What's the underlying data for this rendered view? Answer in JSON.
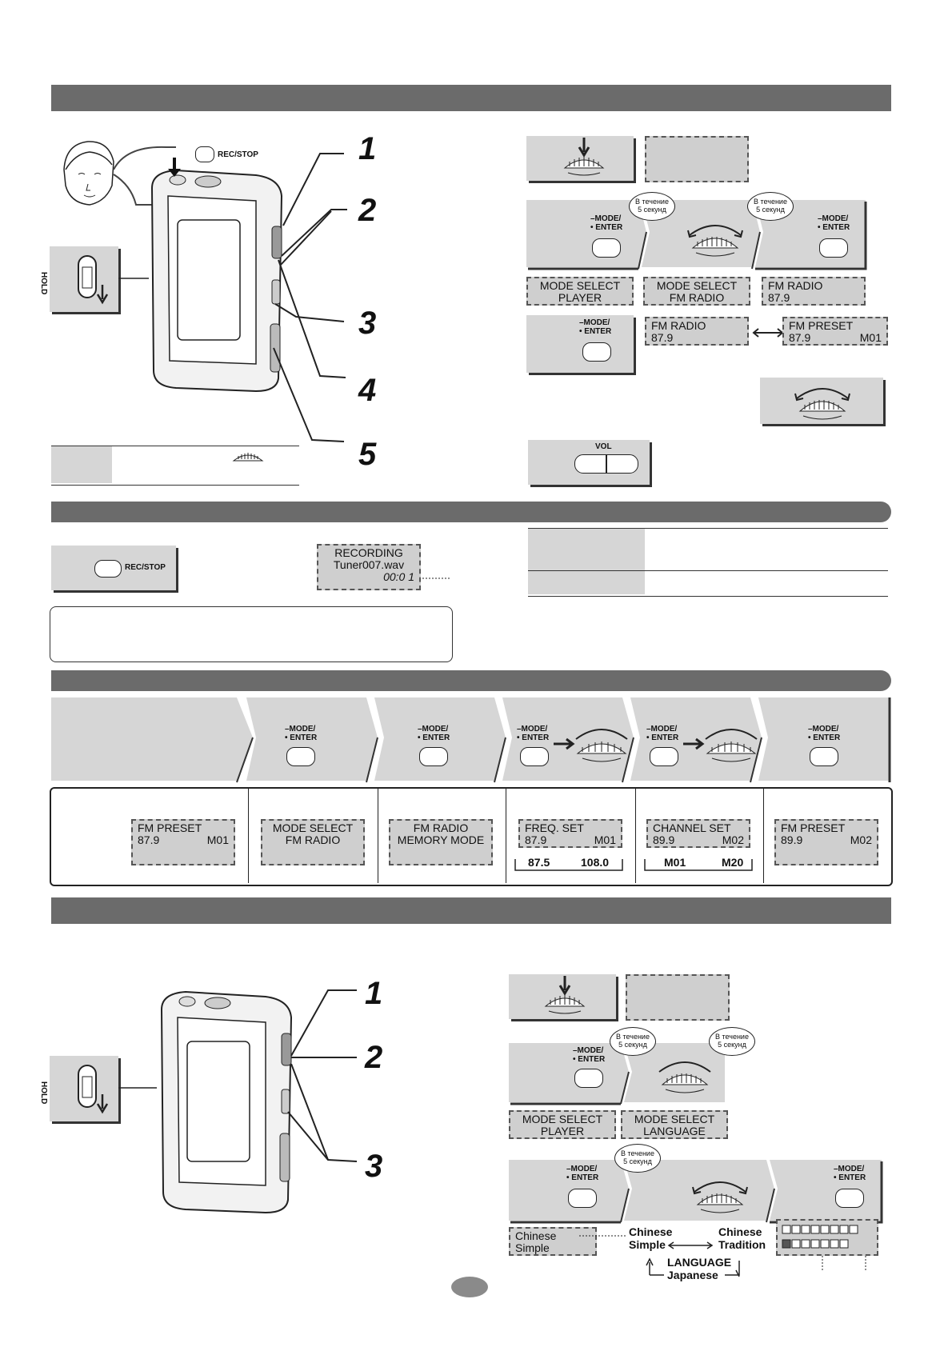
{
  "top_section": {
    "rec_stop_label": "REC/STOP",
    "hold_label": "HOLD",
    "callouts": [
      "1",
      "2",
      "3",
      "4",
      "5"
    ],
    "mode_enter_label": "–MODE/\n• ENTER",
    "within_5_sec": "В течение\n5 секунд",
    "lcd_mode_player": [
      "MODE SELECT",
      "PLAYER"
    ],
    "lcd_mode_fm": [
      "MODE SELECT",
      "FM RADIO"
    ],
    "lcd_fm_radio": [
      "FM RADIO",
      "87.9"
    ],
    "lcd_fm_radio2": [
      "FM RADIO",
      "87.9"
    ],
    "lcd_fm_preset": [
      "FM PRESET",
      "87.9",
      "M01"
    ],
    "vol_label": "VOL"
  },
  "recording_section": {
    "rec_stop_label": "REC/STOP",
    "lcd_recording": [
      "RECORDING",
      "Tuner007.wav",
      "00:0 1"
    ]
  },
  "preset_section": {
    "mode_enter_label": "–MODE/\n• ENTER",
    "lcd_fm_preset": [
      "FM PRESET",
      "87.9",
      "M01"
    ],
    "lcd_mode_select": [
      "MODE SELECT",
      "FM RADIO"
    ],
    "lcd_memory": [
      "FM RADIO",
      "MEMORY MODE"
    ],
    "lcd_freq_set": [
      "FREQ. SET",
      "87.9",
      "M01"
    ],
    "freq_range": [
      "87.5",
      "108.0"
    ],
    "lcd_channel_set": [
      "CHANNEL SET",
      "89.9",
      "M02"
    ],
    "channel_range": [
      "M01",
      "M20"
    ],
    "lcd_fm_preset2": [
      "FM PRESET",
      "89.9",
      "M02"
    ]
  },
  "language_section": {
    "hold_label": "HOLD",
    "callouts": [
      "1",
      "2",
      "3"
    ],
    "mode_enter_label": "–MODE/\n• ENTER",
    "within_5_sec": "В течение\n5 секунд",
    "lcd_mode_player": [
      "MODE SELECT",
      "PLAYER"
    ],
    "lcd_mode_language": [
      "MODE SELECT",
      "LANGUAGE"
    ],
    "lcd_chinese_simple": [
      "Chinese",
      "Simple"
    ],
    "lang_chinese_simple": "Chinese\nSimple",
    "lang_chinese_tradition": "Chinese\nTradition",
    "lang_language": "LANGUAGE",
    "lang_japanese": "Japanese"
  }
}
